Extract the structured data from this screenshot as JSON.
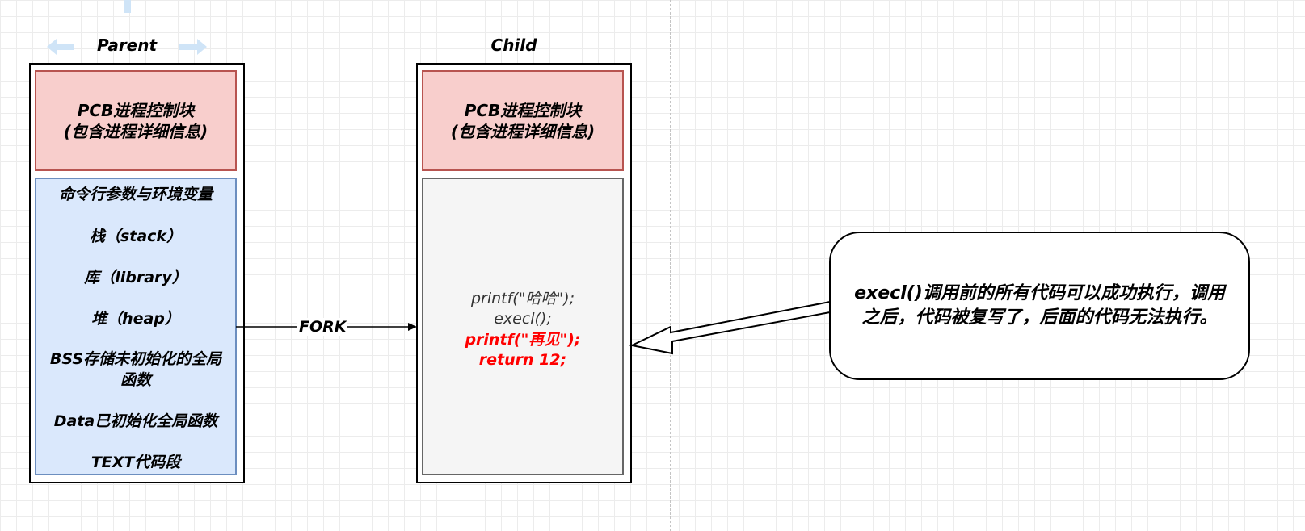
{
  "parent": {
    "title": "Parent",
    "pcb": {
      "line1": "PCB进程控制块",
      "line2": "(包含进程详细信息)"
    },
    "memory": [
      "命令行参数与环境变量",
      "栈（stack）",
      "库（library）",
      "堆（heap）",
      "BSS存储未初始化的全局",
      "函数",
      "Data已初始化全局函数",
      "TEXT代码段"
    ]
  },
  "fork_label": "FORK",
  "child": {
    "title": "Child",
    "pcb": {
      "line1": "PCB进程控制块",
      "line2": "(包含进程详细信息)"
    },
    "code": [
      {
        "text": "printf(\"哈哈\");",
        "color": "#333333"
      },
      {
        "text": "execl();",
        "color": "#333333"
      },
      {
        "text": "printf(\"再见\");",
        "color": "#ff0000"
      },
      {
        "text": "return 12;",
        "color": "#ff0000"
      }
    ]
  },
  "callout": {
    "line1": "execl()调用前的所有代码可以成功执行，调用",
    "line2": "之后，代码被复写了，后面的代码无法执行。"
  },
  "colors": {
    "pcb_fill": "#f8cecc",
    "pcb_border": "#b85450",
    "memory_fill": "#dae8fc",
    "memory_border": "#6c8ebf",
    "code_fill": "#f5f5f5",
    "code_border": "#666666",
    "highlight_text": "#ff0000"
  }
}
